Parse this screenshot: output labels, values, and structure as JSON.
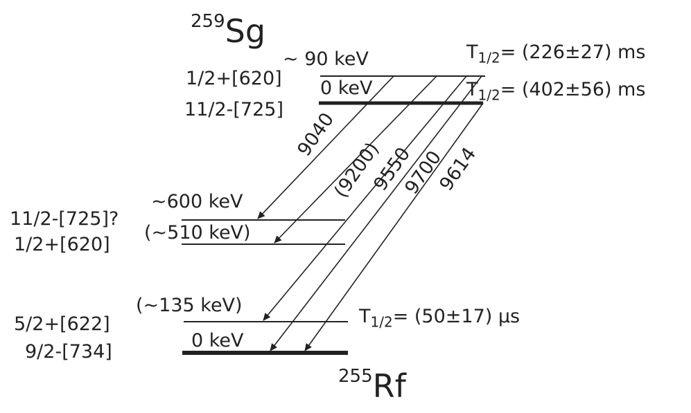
{
  "parent": {
    "mass": "259",
    "symbol": "Sg",
    "levels": [
      {
        "energy": "~ 90 keV",
        "config": "1/2+[620]",
        "half_life": "T1/2= (226±27) ms"
      },
      {
        "energy": "0 keV",
        "config": "11/2-[725]",
        "half_life": "T1/2= (402±56) ms"
      }
    ]
  },
  "daughter": {
    "mass": "255",
    "symbol": "Rf",
    "levels": [
      {
        "energy": "~600 keV",
        "config": "11/2-[725]?"
      },
      {
        "energy": "(~510 keV)",
        "config": "1/2+[620]"
      },
      {
        "energy": "(~135 keV)",
        "config": "5/2+[622]",
        "half_life": "T1/2= (50±17) µs"
      },
      {
        "energy": "0 keV",
        "config": "9/2-[734]"
      }
    ]
  },
  "transitions": [
    "9040",
    "(9200)",
    "9550",
    "9700",
    "9614"
  ],
  "labels": {
    "t_sym": "T",
    "t_sub": "1/2",
    "hl1": "= (226±27) ms",
    "hl2": "= (402±56) ms",
    "hl3": "= (50±17) µs"
  }
}
